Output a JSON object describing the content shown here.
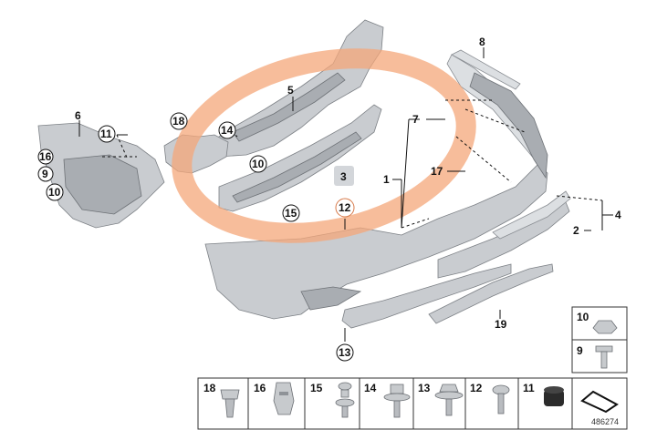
{
  "callouts": {
    "c1": "1",
    "c2": "2",
    "c3": "3",
    "c4": "4",
    "c5": "5",
    "c6": "6",
    "c7": "7",
    "c8": "8",
    "c9": "9",
    "c10": "10",
    "c11": "11",
    "c12": "12",
    "c13": "13",
    "c14": "14",
    "c15": "15",
    "c16": "16",
    "c17": "17",
    "c18": "18",
    "c19": "19"
  },
  "legend_bottom": [
    "18",
    "16",
    "15",
    "14",
    "13",
    "12",
    "11"
  ],
  "legend_side": [
    "10",
    "9"
  ],
  "reference": "486274",
  "highlight_color": "#f4a77a"
}
